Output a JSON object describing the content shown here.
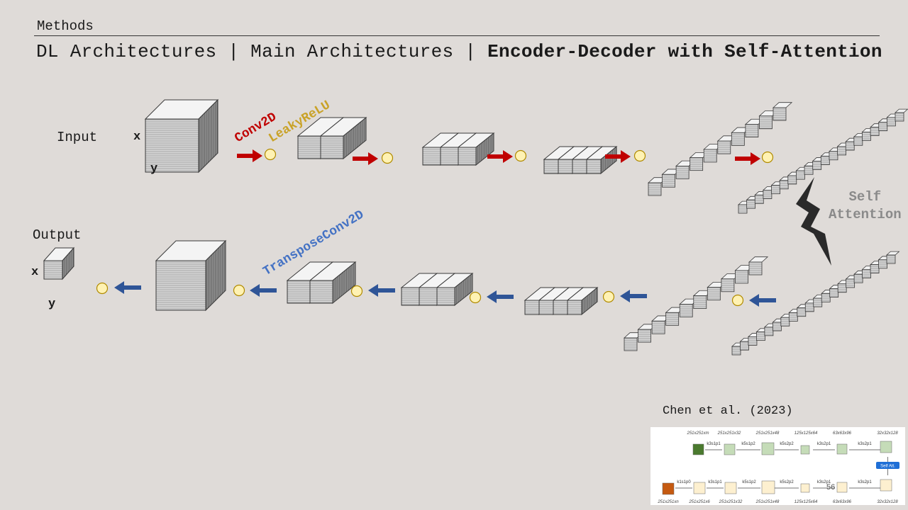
{
  "header": {
    "section": "Methods",
    "crumbs": [
      "DL Architectures",
      "Main Architectures"
    ],
    "separator": " | ",
    "current": "Encoder-Decoder with Self-Attention"
  },
  "diagram": {
    "input_label": "Input",
    "output_label": "Output",
    "axis_x": "x",
    "axis_y": "y",
    "conv_label": "Conv2D",
    "activation_label": "LeakyReLU",
    "transpose_label": "TransposeConv2D",
    "self_attention_label": [
      "Self",
      "Attention"
    ],
    "colors": {
      "encoder_arrow": "#c00000",
      "decoder_arrow": "#2f5597",
      "activation_node": "#fff2b3",
      "conv_text": "#c00000",
      "relu_text": "#c9a227",
      "transpose_text": "#4472c4"
    }
  },
  "reference": {
    "citation": "Chen et al. (2023)",
    "top_dims": [
      "251x251xm",
      "251x251x32",
      "251x251x48",
      "125x125x64",
      "63x63x96",
      "32x32x128"
    ],
    "top_ops": [
      "k3s1p1",
      "k5s1p2",
      "k5s2p2",
      "k3s2p1",
      "k3s2p1"
    ],
    "bottom_dims": [
      "251x251xn",
      "251x251x6",
      "251x251x32",
      "251x251x48",
      "125x125x64",
      "63x63x96",
      "32x32x128"
    ],
    "bottom_ops": [
      "k1s1p0",
      "k3s1p1",
      "k5s1p2",
      "k5s2p2",
      "k3s2p1",
      "k3s2p1"
    ],
    "self_att": "Self Att.",
    "page_number": "56"
  }
}
